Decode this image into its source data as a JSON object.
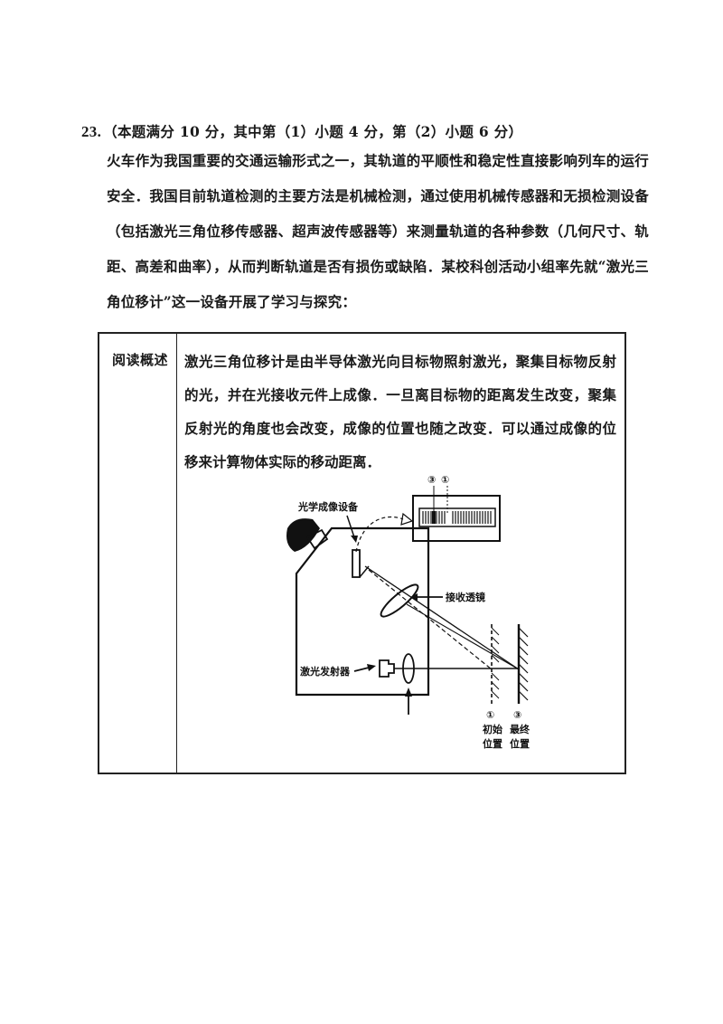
{
  "question": {
    "number": "23.",
    "header": "（本题满分 10 分，其中第（1）小题 4 分，第（2）小题 6 分）",
    "intro": "火车作为我国重要的交通运输形式之一，其轨道的平顺性和稳定性直接影响列车的运行安全．我国目前轨道检测的主要方法是机械检测，通过使用机械传感器和无损检测设备（包括激光三角位移传感器、超声波传感器等）来测量轨道的各种参数（几何尺寸、轨距、高差和曲率），从而判断轨道是否有损伤或缺陷．某校科创活动小组率先就“激光三角位移计”这一设备开展了学习与探究："
  },
  "reading": {
    "label": "阅读概述",
    "text": "激光三角位移计是由半导体激光向目标物照射激光，聚集目标物反射的光，并在光接收元件上成像．一旦离目标物的距离发生改变，聚集反射光的角度也会改变，成像的位置也随之改变．可以通过成像的位移来计算物体实际的移动距离．"
  },
  "diagram": {
    "optical_imaging_label": "光学成像设备",
    "receiving_lens_label": "接收透镜",
    "laser_emitter_label": "激光发射器",
    "marker_1": "①",
    "marker_3": "③",
    "initial_pos_line1": "初始",
    "initial_pos_line2": "位置",
    "final_pos_line1": "最终",
    "final_pos_line2": "位置"
  }
}
